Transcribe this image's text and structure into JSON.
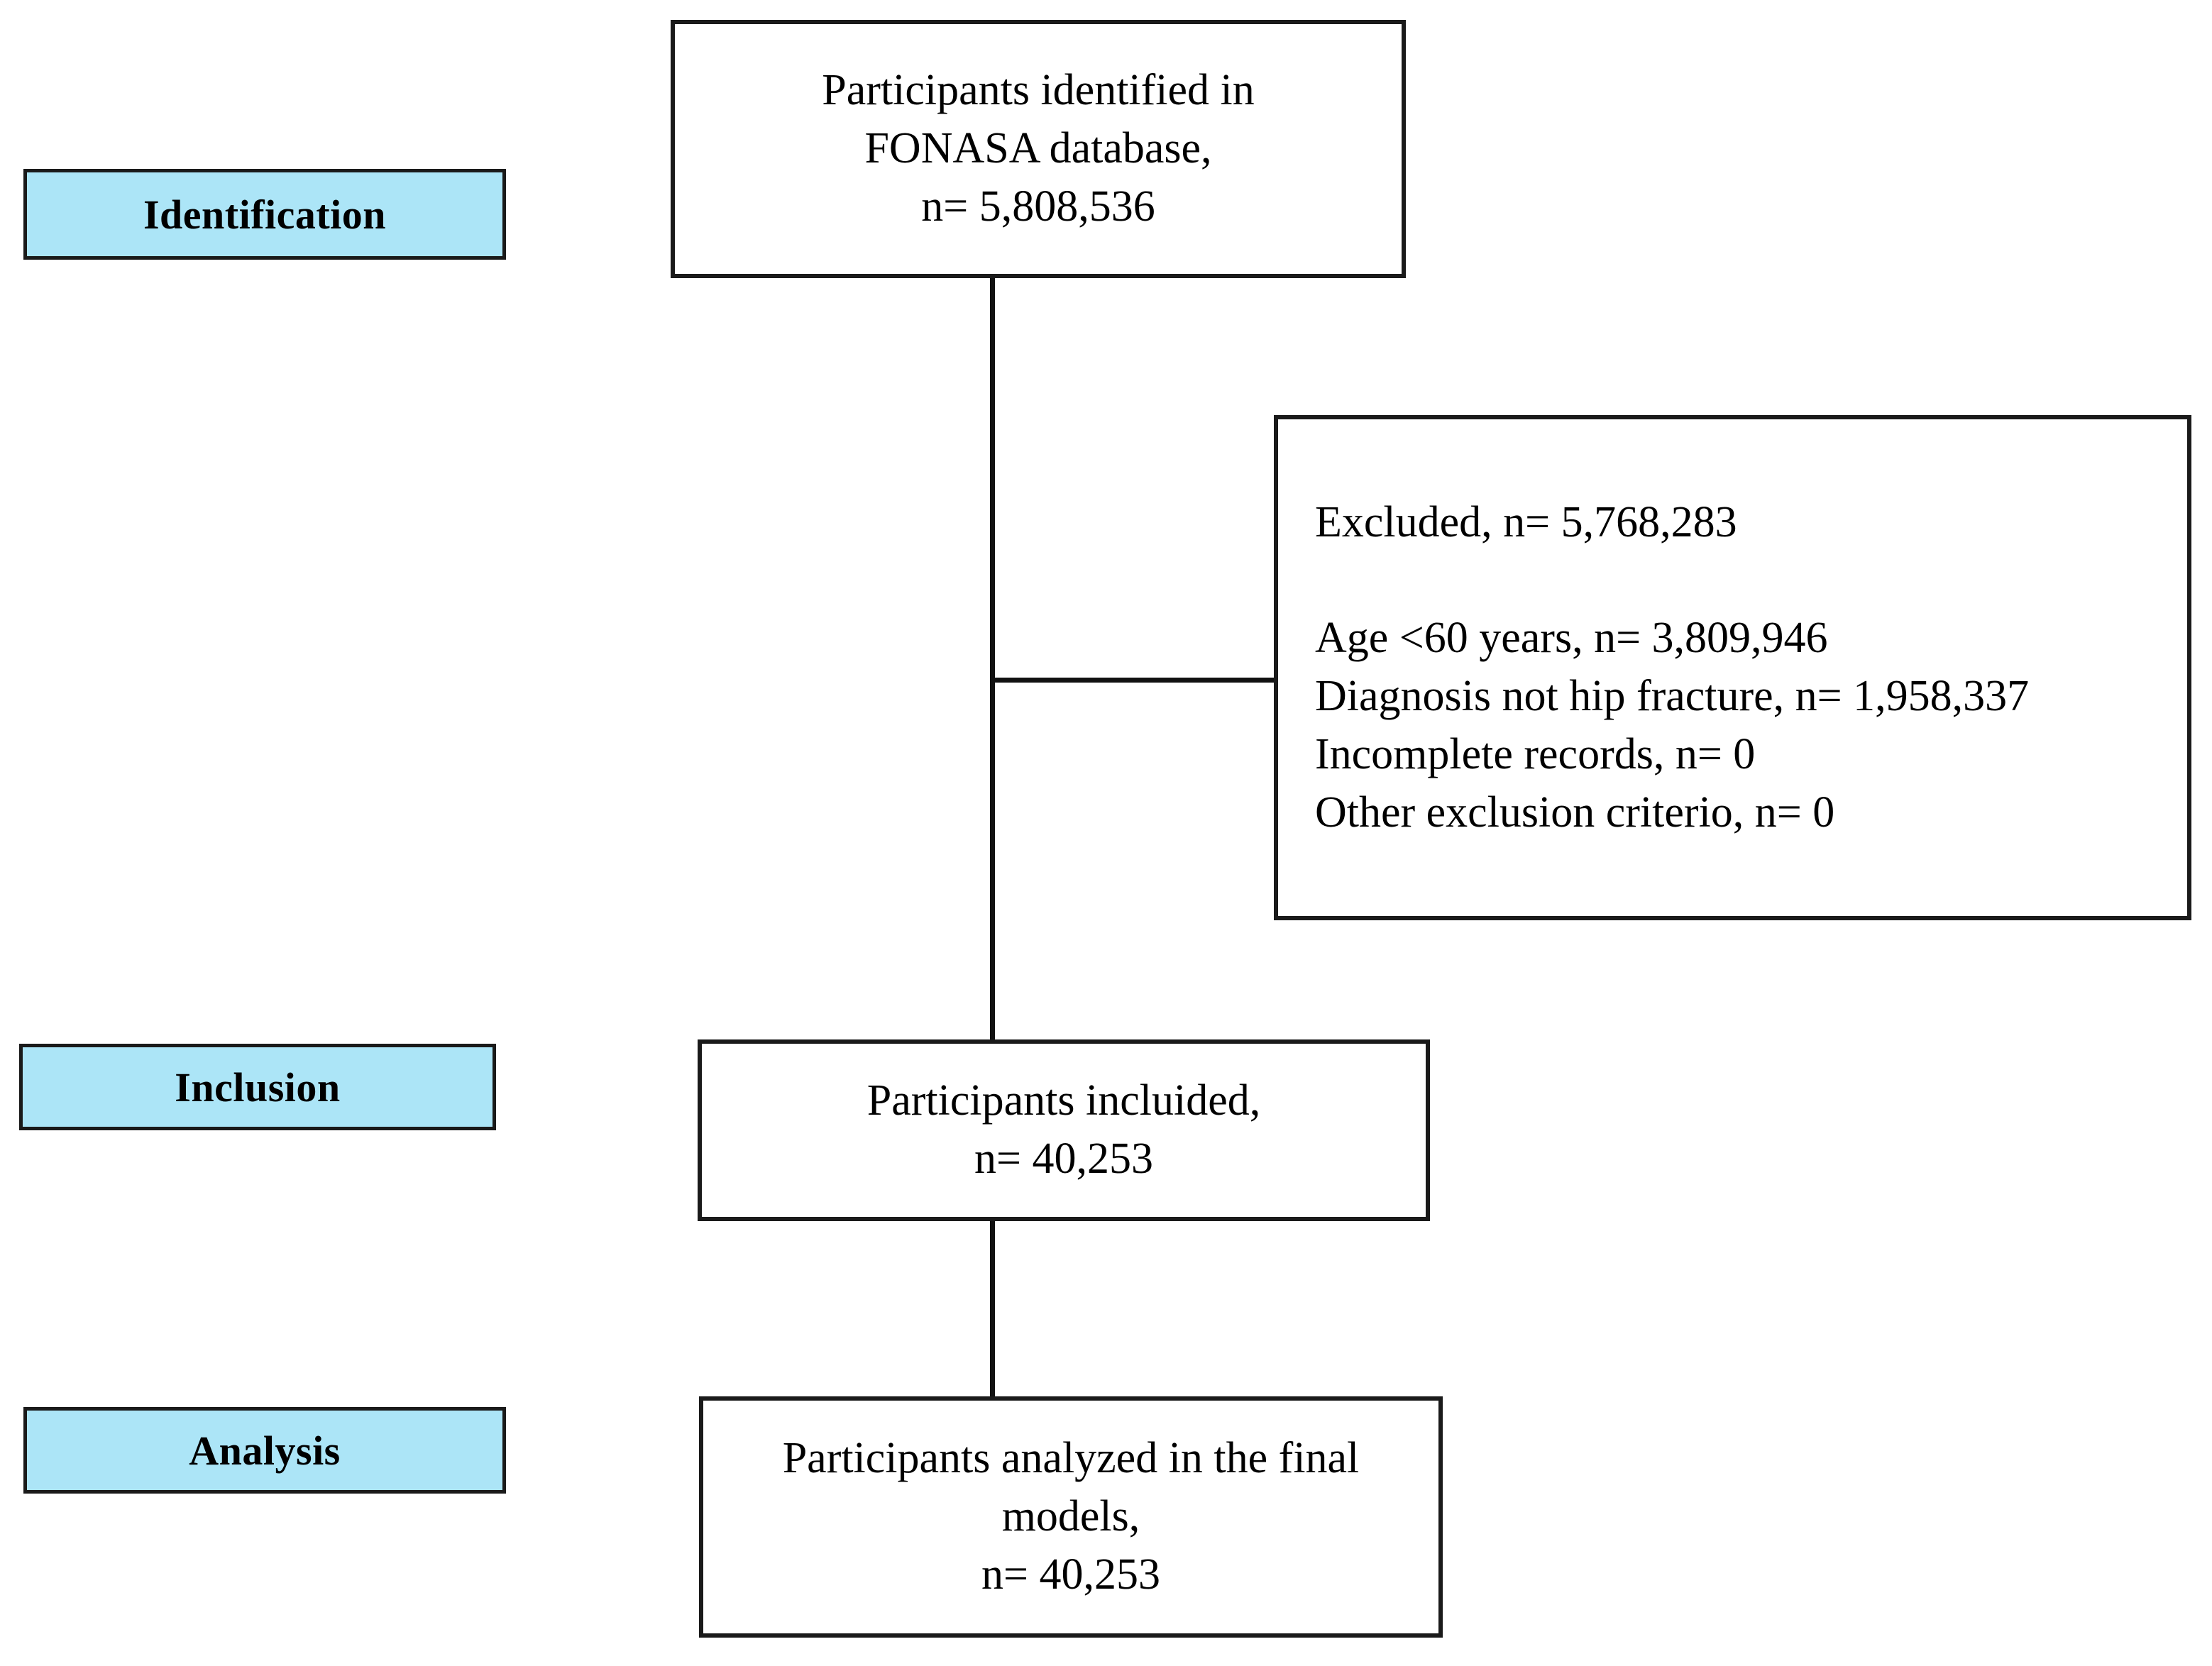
{
  "figure": {
    "type": "participant-flow-diagram",
    "accent_blue": "#ace5f7",
    "line_color": "#111111",
    "border_color": "#1a1a1a"
  },
  "stages": [
    {
      "key": "identification",
      "label": "Identification"
    },
    {
      "key": "inclusion",
      "label": "Inclusion"
    },
    {
      "key": "analysis",
      "label": "Analysis"
    }
  ],
  "nodes": {
    "identified": {
      "name": "participants-identified",
      "lines": [
        "Participants identified in",
        "FONASA database,",
        "n= 5,808,536"
      ],
      "count": "5,808,536"
    },
    "excluded": {
      "name": "excluded-participants",
      "lines": [
        "Excluded, n= 5,768,283",
        "",
        "Age <60 years, n= 3,809,946",
        "Diagnosis not hip fracture, n= 1,958,337",
        "Incomplete records, n= 0",
        "Other exclusion criterio, n= 0"
      ],
      "total": "5,768,283",
      "reasons": [
        {
          "label": "Age <60 years",
          "count": "3,809,946"
        },
        {
          "label": "Diagnosis not hip fracture",
          "count": "1,958,337"
        },
        {
          "label": "Incomplete records",
          "count": "0"
        },
        {
          "label": "Other exclusion criterio",
          "count": "0"
        }
      ]
    },
    "included": {
      "name": "participants-included",
      "lines": [
        "Participants incluided,",
        "n= 40,253"
      ],
      "count": "40,253"
    },
    "analyzed": {
      "name": "participants-analyzed",
      "lines": [
        "Participants analyzed in the final",
        "models,",
        "n= 40,253"
      ],
      "count": "40,253"
    }
  }
}
